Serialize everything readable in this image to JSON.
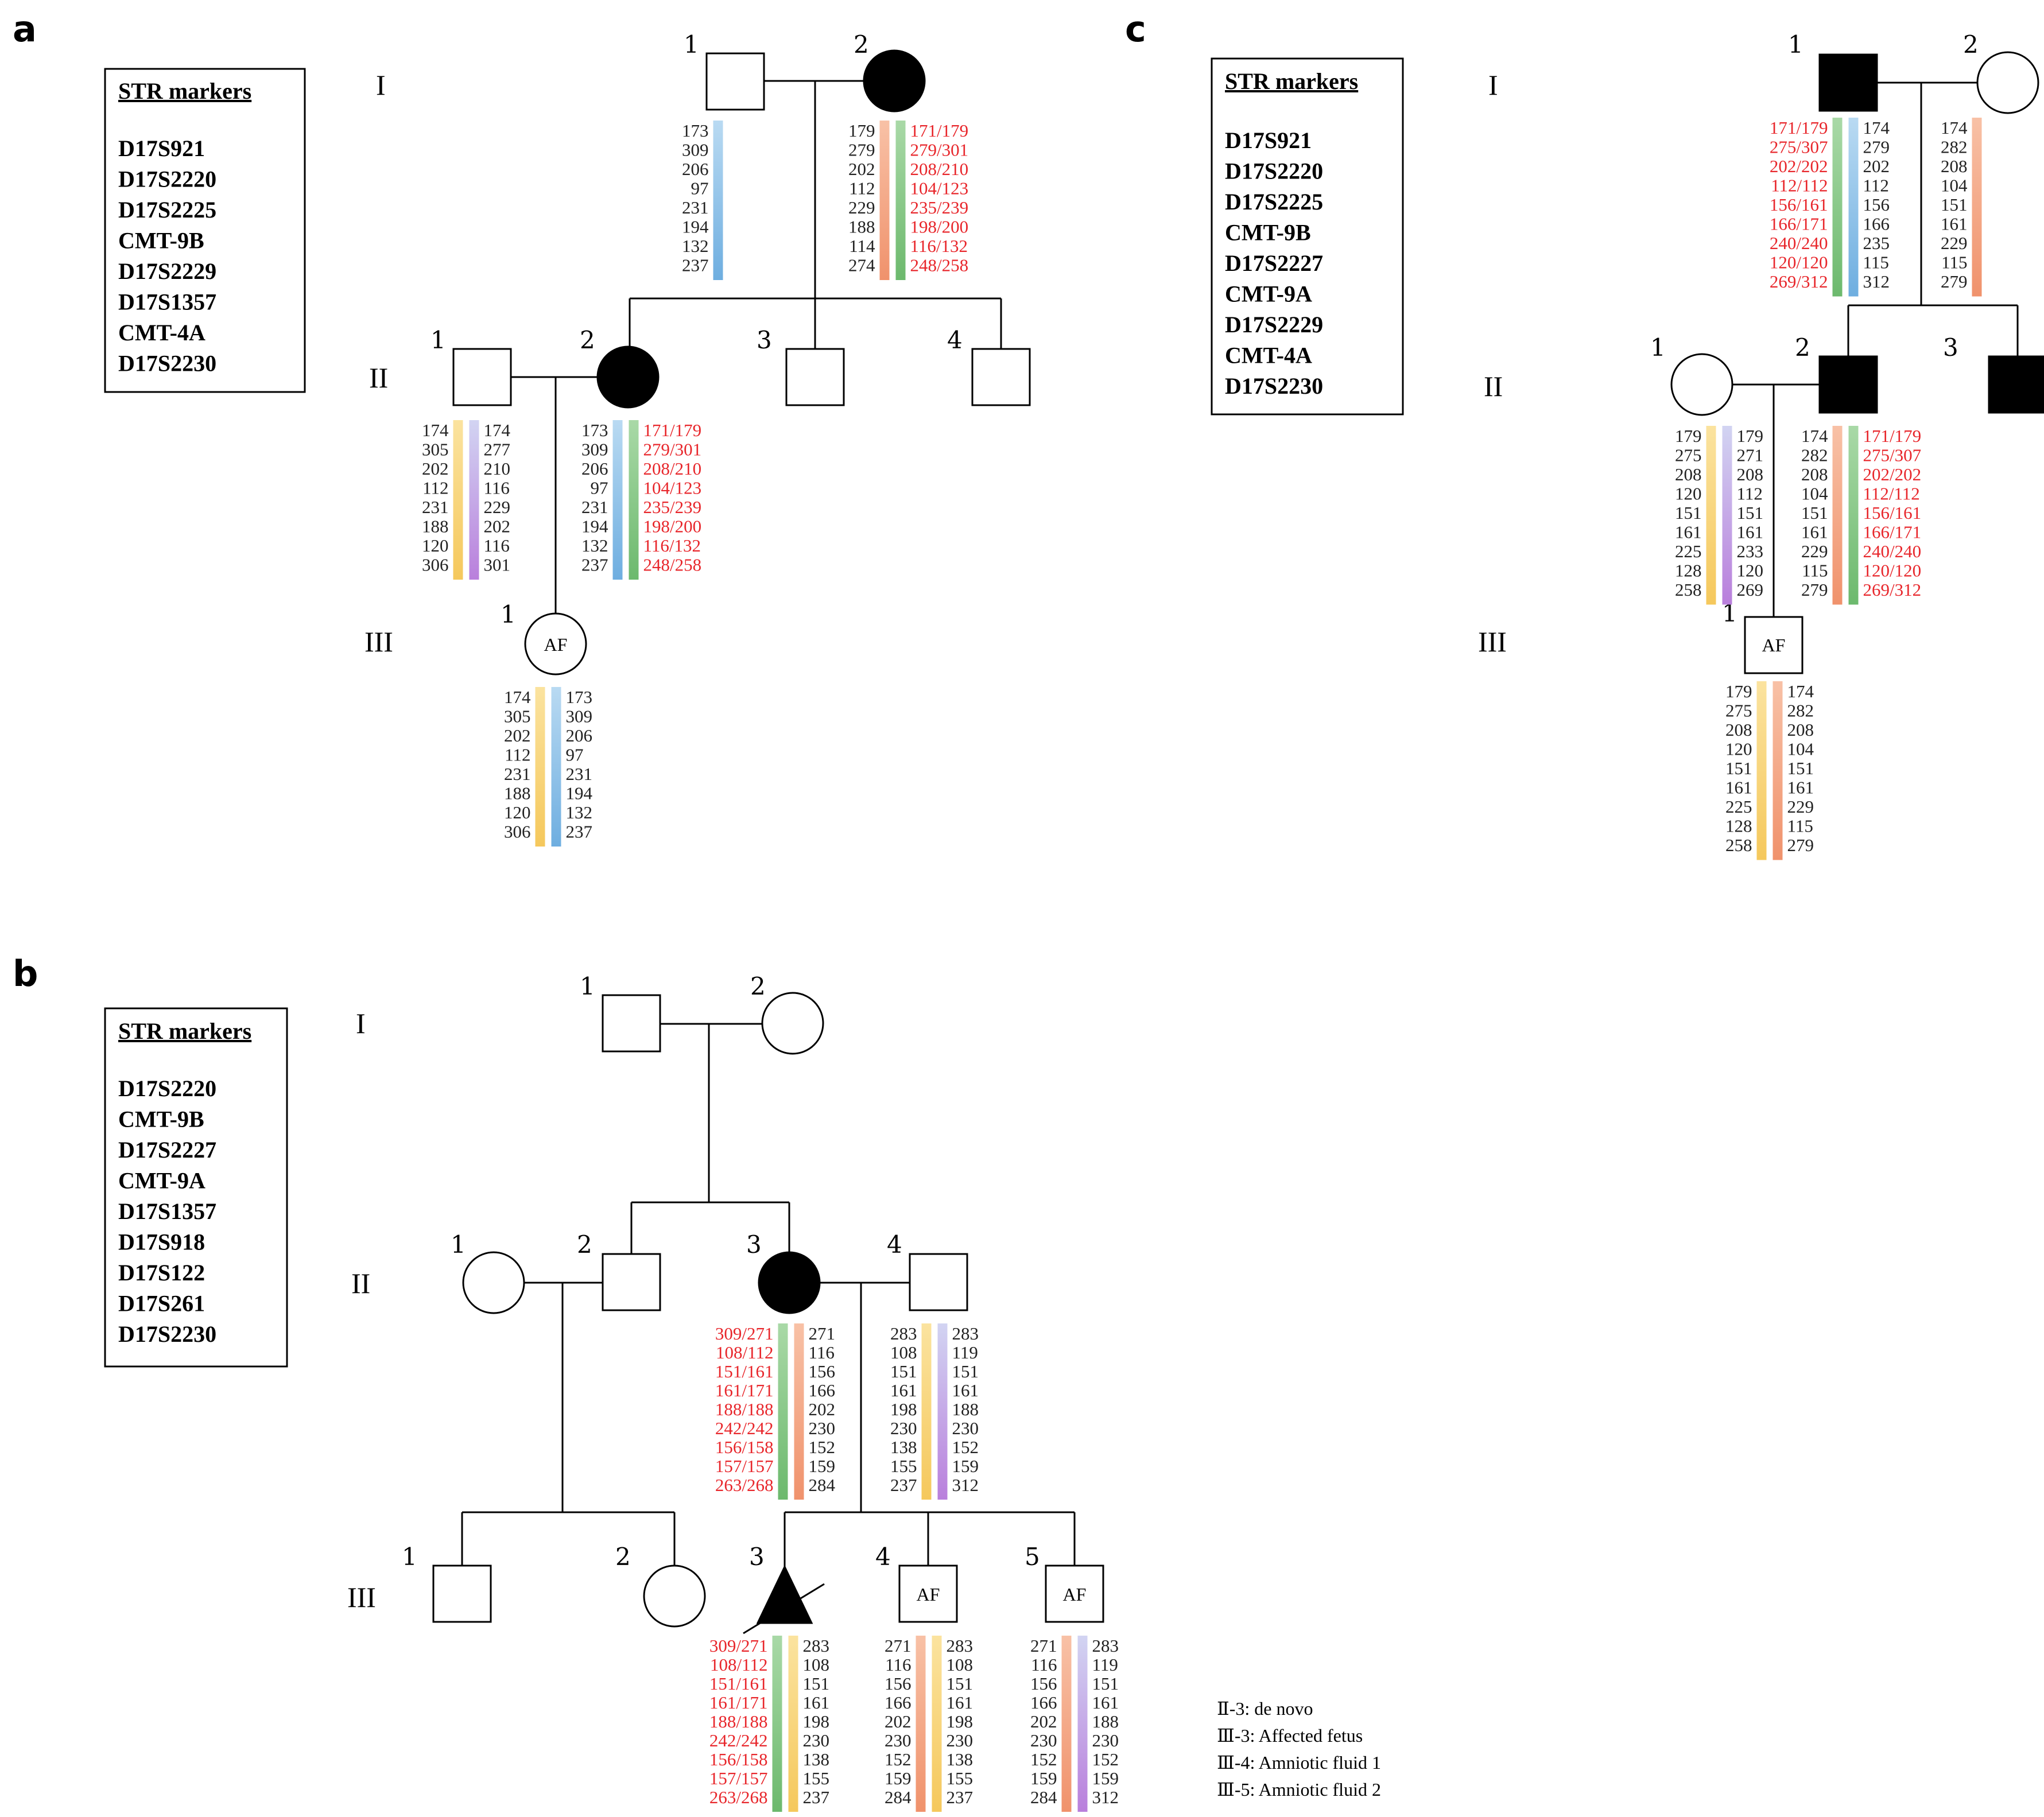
{
  "colors": {
    "affected_text": "#e8262b",
    "normal_text": "#222222",
    "bar_blue": "#8fc4e9",
    "bar_green": "#89c98a",
    "bar_orange": "#f4a585",
    "bar_yellow": "#f8d57a",
    "bar_purple": "#c9a7e4"
  },
  "panels": [
    {
      "label": "a",
      "markers_title": "STR markers",
      "markers": [
        "D17S921",
        "D17S2220",
        "D17S2225",
        "CMT-9B",
        "D17S2229",
        "D17S1357",
        "CMT-4A",
        "D17S2230"
      ],
      "generations": [
        "I",
        "II",
        "III"
      ],
      "individuals": [
        {
          "id": "a-I-1",
          "num": "1",
          "sex": "male",
          "affected": false,
          "text": ""
        },
        {
          "id": "a-I-2",
          "num": "2",
          "sex": "female",
          "affected": true,
          "text": ""
        },
        {
          "id": "a-II-1",
          "num": "1",
          "sex": "male",
          "affected": false,
          "text": ""
        },
        {
          "id": "a-II-2",
          "num": "2",
          "sex": "female",
          "affected": true,
          "text": ""
        },
        {
          "id": "a-II-3",
          "num": "3",
          "sex": "male",
          "affected": false,
          "text": ""
        },
        {
          "id": "a-II-4",
          "num": "4",
          "sex": "male",
          "affected": false,
          "text": ""
        },
        {
          "id": "a-III-1",
          "num": "1",
          "sex": "female",
          "affected": false,
          "text": "AF"
        }
      ],
      "haplotypes": [
        {
          "id": "a-I-1",
          "left": [
            "173",
            "309",
            "206",
            "97",
            "231",
            "194",
            "132",
            "237"
          ],
          "left_color": "blue",
          "right": [],
          "right_color": ""
        },
        {
          "id": "a-I-2",
          "left": [
            "179",
            "279",
            "202",
            "112",
            "229",
            "188",
            "114",
            "274"
          ],
          "left_color": "orange",
          "right": [
            "171/179",
            "279/301",
            "208/210",
            "104/123",
            "235/239",
            "198/200",
            "116/132",
            "248/258"
          ],
          "right_color": "green",
          "right_affected": true
        },
        {
          "id": "a-II-1",
          "left": [
            "174",
            "305",
            "202",
            "112",
            "231",
            "188",
            "120",
            "306"
          ],
          "left_color": "yellow",
          "right": [
            "174",
            "277",
            "210",
            "116",
            "229",
            "202",
            "116",
            "301"
          ],
          "right_color": "purple"
        },
        {
          "id": "a-II-2",
          "left": [
            "173",
            "309",
            "206",
            "97",
            "231",
            "194",
            "132",
            "237"
          ],
          "left_color": "blue",
          "right": [
            "171/179",
            "279/301",
            "208/210",
            "104/123",
            "235/239",
            "198/200",
            "116/132",
            "248/258"
          ],
          "right_color": "green",
          "right_affected": true
        },
        {
          "id": "a-III-1",
          "left": [
            "174",
            "305",
            "202",
            "112",
            "231",
            "188",
            "120",
            "306"
          ],
          "left_color": "yellow",
          "right": [
            "173",
            "309",
            "206",
            "97",
            "231",
            "194",
            "132",
            "237"
          ],
          "right_color": "blue"
        }
      ]
    },
    {
      "label": "b",
      "markers_title": "STR markers",
      "markers": [
        "D17S2220",
        "CMT-9B",
        "D17S2227",
        "CMT-9A",
        "D17S1357",
        "D17S918",
        "D17S122",
        "D17S261",
        "D17S2230"
      ],
      "generations": [
        "I",
        "II",
        "III"
      ],
      "individuals": [
        {
          "id": "b-I-1",
          "num": "1",
          "sex": "male",
          "affected": false,
          "text": ""
        },
        {
          "id": "b-I-2",
          "num": "2",
          "sex": "female",
          "affected": false,
          "text": ""
        },
        {
          "id": "b-II-1",
          "num": "1",
          "sex": "female",
          "affected": false,
          "text": ""
        },
        {
          "id": "b-II-2",
          "num": "2",
          "sex": "male",
          "affected": false,
          "text": ""
        },
        {
          "id": "b-II-3",
          "num": "3",
          "sex": "female",
          "affected": true,
          "text": ""
        },
        {
          "id": "b-II-4",
          "num": "4",
          "sex": "male",
          "affected": false,
          "text": ""
        },
        {
          "id": "b-III-1",
          "num": "1",
          "sex": "male",
          "affected": false,
          "text": ""
        },
        {
          "id": "b-III-2",
          "num": "2",
          "sex": "female",
          "affected": false,
          "text": ""
        },
        {
          "id": "b-III-3",
          "num": "3",
          "sex": "fetus",
          "affected": true,
          "text": ""
        },
        {
          "id": "b-III-4",
          "num": "4",
          "sex": "male",
          "affected": false,
          "text": "AF"
        },
        {
          "id": "b-III-5",
          "num": "5",
          "sex": "male",
          "affected": false,
          "text": "AF"
        }
      ],
      "haplotypes": [
        {
          "id": "b-II-3",
          "left": [
            "309/271",
            "108/112",
            "151/161",
            "161/171",
            "188/188",
            "242/242",
            "156/158",
            "157/157",
            "263/268"
          ],
          "left_color": "green",
          "left_affected": true,
          "right": [
            "271",
            "116",
            "156",
            "166",
            "202",
            "230",
            "152",
            "159",
            "284"
          ],
          "right_color": "orange"
        },
        {
          "id": "b-II-4",
          "left": [
            "283",
            "108",
            "151",
            "161",
            "198",
            "230",
            "138",
            "155",
            "237"
          ],
          "left_color": "yellow",
          "right": [
            "283",
            "119",
            "151",
            "161",
            "188",
            "230",
            "152",
            "159",
            "312"
          ],
          "right_color": "purple"
        },
        {
          "id": "b-III-3",
          "left": [
            "309/271",
            "108/112",
            "151/161",
            "161/171",
            "188/188",
            "242/242",
            "156/158",
            "157/157",
            "263/268"
          ],
          "left_color": "green",
          "left_affected": true,
          "right": [
            "283",
            "108",
            "151",
            "161",
            "198",
            "230",
            "138",
            "155",
            "237"
          ],
          "right_color": "yellow"
        },
        {
          "id": "b-III-4",
          "left": [
            "271",
            "116",
            "156",
            "166",
            "202",
            "230",
            "152",
            "159",
            "284"
          ],
          "left_color": "orange",
          "right": [
            "283",
            "108",
            "151",
            "161",
            "198",
            "230",
            "138",
            "155",
            "237"
          ],
          "right_color": "yellow"
        },
        {
          "id": "b-III-5",
          "left": [
            "271",
            "116",
            "156",
            "166",
            "202",
            "230",
            "152",
            "159",
            "284"
          ],
          "left_color": "orange",
          "right": [
            "283",
            "119",
            "151",
            "161",
            "188",
            "230",
            "152",
            "159",
            "312"
          ],
          "right_color": "purple"
        }
      ],
      "notes": [
        "Ⅱ-3: de novo",
        "Ⅲ-3: Affected fetus",
        "Ⅲ-4: Amniotic fluid 1",
        "Ⅲ-5: Amniotic fluid 2"
      ]
    },
    {
      "label": "c",
      "markers_title": "STR markers",
      "markers": [
        "D17S921",
        "D17S2220",
        "D17S2225",
        "CMT-9B",
        "D17S2227",
        "CMT-9A",
        "D17S2229",
        "CMT-4A",
        "D17S2230"
      ],
      "generations": [
        "I",
        "II",
        "III"
      ],
      "individuals": [
        {
          "id": "c-I-1",
          "num": "1",
          "sex": "male",
          "affected": true,
          "text": ""
        },
        {
          "id": "c-I-2",
          "num": "2",
          "sex": "female",
          "affected": false,
          "text": ""
        },
        {
          "id": "c-II-1",
          "num": "1",
          "sex": "female",
          "affected": false,
          "text": ""
        },
        {
          "id": "c-II-2",
          "num": "2",
          "sex": "male",
          "affected": true,
          "text": ""
        },
        {
          "id": "c-II-3",
          "num": "3",
          "sex": "male",
          "affected": true,
          "text": ""
        },
        {
          "id": "c-III-1",
          "num": "1",
          "sex": "male",
          "affected": false,
          "text": "AF"
        }
      ],
      "haplotypes": [
        {
          "id": "c-I-1",
          "left": [
            "171/179",
            "275/307",
            "202/202",
            "112/112",
            "156/161",
            "166/171",
            "240/240",
            "120/120",
            "269/312"
          ],
          "left_color": "green",
          "left_affected": true,
          "right": [
            "174",
            "279",
            "202",
            "112",
            "156",
            "166",
            "235",
            "115",
            "312"
          ],
          "right_color": "blue"
        },
        {
          "id": "c-I-2",
          "left": [
            "174",
            "282",
            "208",
            "104",
            "151",
            "161",
            "229",
            "115",
            "279"
          ],
          "left_color": "orange",
          "right": [],
          "right_color": ""
        },
        {
          "id": "c-II-1",
          "left": [
            "179",
            "275",
            "208",
            "120",
            "151",
            "161",
            "225",
            "128",
            "258"
          ],
          "left_color": "yellow",
          "right": [
            "179",
            "271",
            "208",
            "112",
            "151",
            "161",
            "233",
            "120",
            "269"
          ],
          "right_color": "purple"
        },
        {
          "id": "c-II-2",
          "left": [
            "174",
            "282",
            "208",
            "104",
            "151",
            "161",
            "229",
            "115",
            "279"
          ],
          "left_color": "orange",
          "right": [
            "171/179",
            "275/307",
            "202/202",
            "112/112",
            "156/161",
            "166/171",
            "240/240",
            "120/120",
            "269/312"
          ],
          "right_color": "green",
          "right_affected": true
        },
        {
          "id": "c-III-1",
          "left": [
            "179",
            "275",
            "208",
            "120",
            "151",
            "161",
            "225",
            "128",
            "258"
          ],
          "left_color": "yellow",
          "right": [
            "174",
            "282",
            "208",
            "104",
            "151",
            "161",
            "229",
            "115",
            "279"
          ],
          "right_color": "orange"
        }
      ]
    }
  ]
}
